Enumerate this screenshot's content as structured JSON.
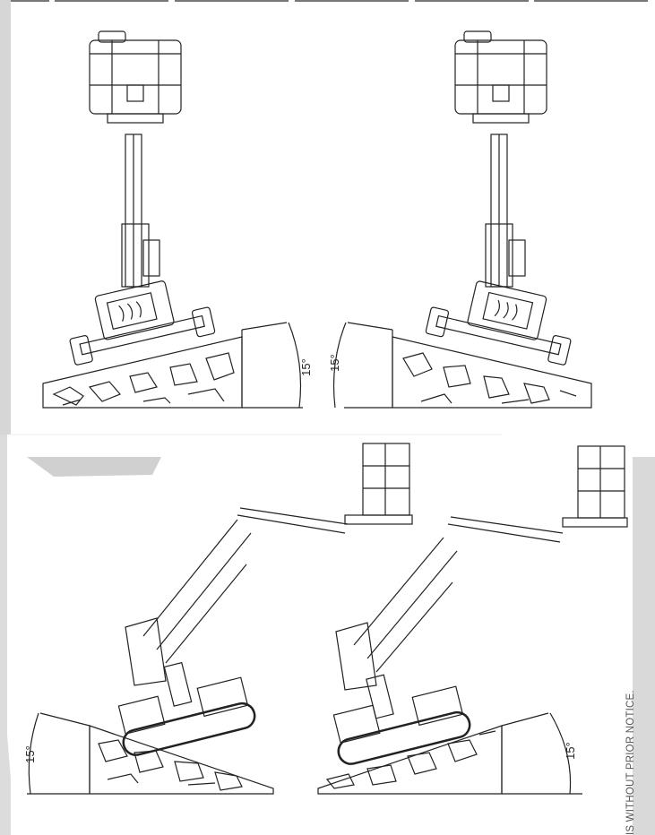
{
  "angles": {
    "top_left": "15°",
    "top_right": "15°",
    "bottom_left": "15°",
    "bottom_right": "15°"
  },
  "side_note": "IS WITHOUT PRIOR NOTICE."
}
